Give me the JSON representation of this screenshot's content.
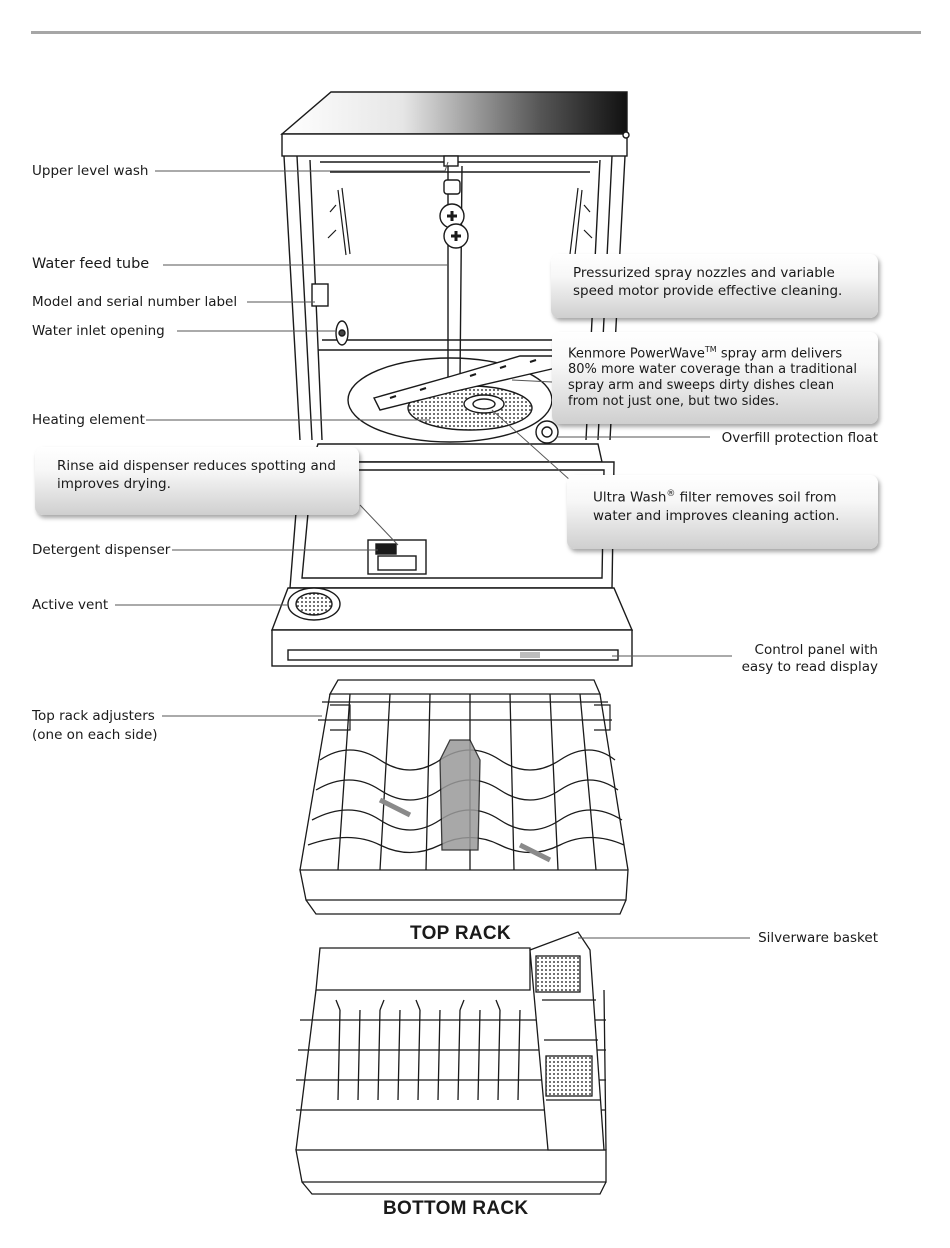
{
  "labels": {
    "upper_level_wash": "Upper level wash",
    "water_feed_tube": "Water feed tube",
    "model_serial_label": "Model and serial number label",
    "water_inlet_opening": "Water inlet opening",
    "heating_element": "Heating element",
    "overfill_float": "Overfill protection float",
    "detergent_dispenser": "Detergent dispenser",
    "active_vent": "Active vent",
    "control_panel_line1": "Control panel with",
    "control_panel_line2": "easy to read display",
    "top_rack_adjusters_line1": "Top rack adjusters",
    "top_rack_adjusters_line2": "(one on each side)",
    "silverware_basket": "Silverware basket"
  },
  "callouts": {
    "spray_nozzles": "Pressurized spray nozzles and variable speed motor provide effective cleaning.",
    "powerwave_pre": "Kenmore PowerWave",
    "powerwave_tm": "TM",
    "powerwave_post": " spray arm delivers 80% more water coverage than a traditional spray arm and sweeps dirty dishes clean from not just one, but two sides.",
    "rinse_aid": "Rinse aid dispenser reduces spotting and improves drying.",
    "ultra_wash_pre": "Ultra Wash",
    "ultra_wash_reg": "®",
    "ultra_wash_post": " filter removes soil from water and improves cleaning action."
  },
  "rack_titles": {
    "top": "TOP RACK",
    "bottom": "BOTTOM RACK"
  },
  "colors": {
    "line": "#555555",
    "rule": "#a6a6a6",
    "callout_bottom": "#cfcfcf"
  }
}
